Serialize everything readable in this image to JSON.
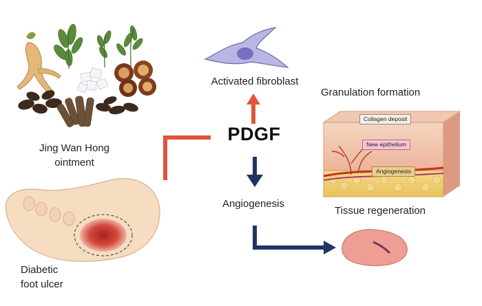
{
  "nodes": {
    "herbs_label_line1": "Jing Wan Hong",
    "herbs_label_line2": "ointment",
    "ulcer_label_line1": "Diabetic",
    "ulcer_label_line2": "foot ulcer",
    "central": "PDGF",
    "fibroblast": "Activated fibroblast",
    "angiogenesis": "Angiogenesis",
    "granulation": "Granulation formation",
    "tissue": "Tissue regeneration"
  },
  "skin_tags": {
    "collagen": "Collagen deposit",
    "epithelium": "New epithelium",
    "angiogenesis": "Angiogenesis"
  },
  "colors": {
    "up_arrow": "#e0543c",
    "down_arrow": "#1f3564",
    "bracket": "#e0543c",
    "fibroblast": "#b8b7e4",
    "wound": "#c8332a"
  }
}
